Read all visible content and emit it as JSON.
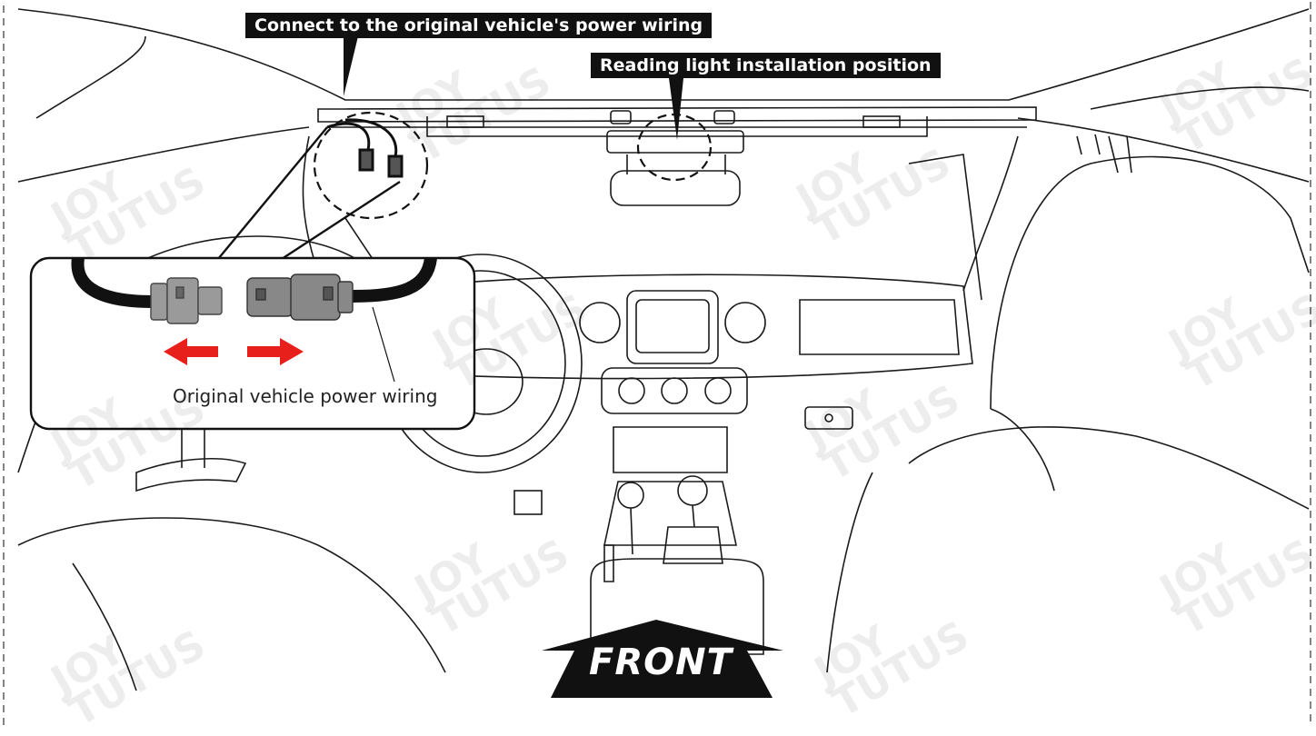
{
  "callouts": {
    "power_wiring": "Connect to the original vehicle's power wiring",
    "reading_light": "Reading light installation position"
  },
  "inset": {
    "caption": "Original vehicle power wiring"
  },
  "direction": {
    "label": "FRONT"
  },
  "watermark": {
    "line1": "JOY",
    "line2": "TUTUS"
  },
  "colors": {
    "line": "#1a1a1a",
    "arrow_red": "#e8201c",
    "label_bg": "#111111",
    "connector_gray": "#8a8a8a"
  }
}
